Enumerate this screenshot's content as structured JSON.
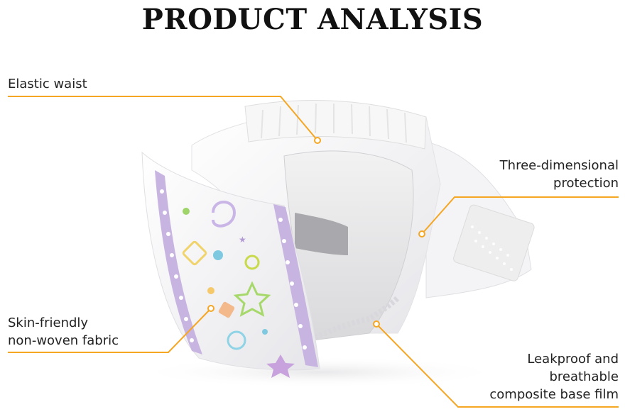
{
  "header": {
    "title": "PRODUCT ANALYSIS"
  },
  "callouts": {
    "elastic_waist": "Elastic waist",
    "three_dimensional": [
      "Three-dimensional",
      "protection"
    ],
    "skin_friendly": [
      "Skin-friendly",
      "non-woven fabric"
    ],
    "leakproof": [
      "Leakproof and",
      "breathable",
      "composite base film"
    ]
  },
  "colors": {
    "callout_line": "#f5a623",
    "accent_purple": "#b8a4d6"
  },
  "image": {
    "subject": "diaper-illustration"
  }
}
